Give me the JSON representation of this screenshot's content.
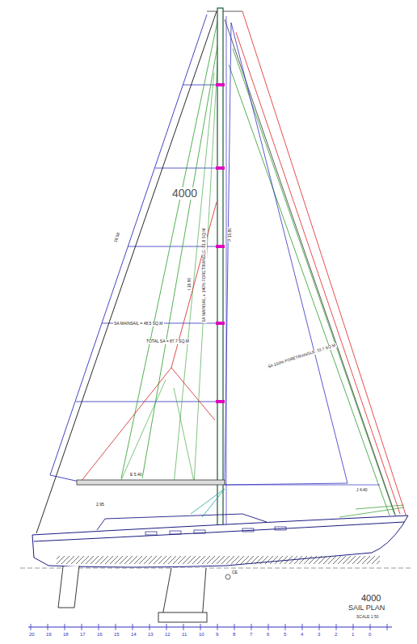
{
  "diagram": {
    "labels": [
      "4000",
      "4000",
      "SAIL PLAN",
      "SCALE 1:50",
      "SA MAINSAIL = 48.5 SQ.M",
      "TOTAL SA = 87.7 SQ.M",
      "SA MAINSAIL + 140% FORETRIANGLE: 81.6 SQ.M",
      "SA 100% FORETRIANGLE: 33.7 SQ.M",
      "I 16.90",
      "P 15.80",
      "E 5.40",
      "J 4.40",
      "2.95",
      "18.50",
      "CE",
      "20",
      "19",
      "18",
      "17",
      "16",
      "15",
      "14",
      "13",
      "12",
      "11",
      "10",
      "9",
      "8",
      "7",
      "6",
      "5",
      "4",
      "3",
      "2",
      "1",
      "0"
    ]
  }
}
